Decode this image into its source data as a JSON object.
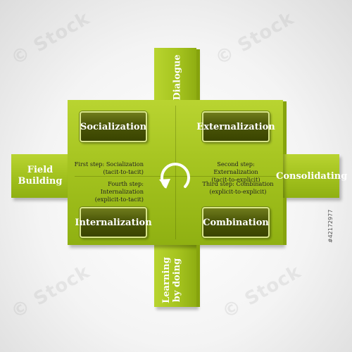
{
  "watermark": "© Stock",
  "quadrants": {
    "socialization": "Socialization",
    "externalization": "Externalization",
    "internalization": "Internalization",
    "combination": "Combination"
  },
  "arms": {
    "top": "Dialogue",
    "bottom_line1": "Learning",
    "bottom_line2": "by doing",
    "left_line1": "Field",
    "left_line2": "Building",
    "right": "Consolidating"
  },
  "steps": {
    "first_line1": "First step: Socialization",
    "first_line2": "(tacit-to-tacit)",
    "second_line1": "Second step: Externalization",
    "second_line2": "(tacit-to-explicit)",
    "third_line1": "Third step: Combination",
    "third_line2": "(explicit-to-explicit)",
    "fourth_line1": "Fourth step: Internalization",
    "fourth_line2": "(explicit-to-tacit)"
  },
  "stock_id": "#42172977",
  "colors": {
    "green": "#a6c41f",
    "dark_button": "#4a5508"
  }
}
